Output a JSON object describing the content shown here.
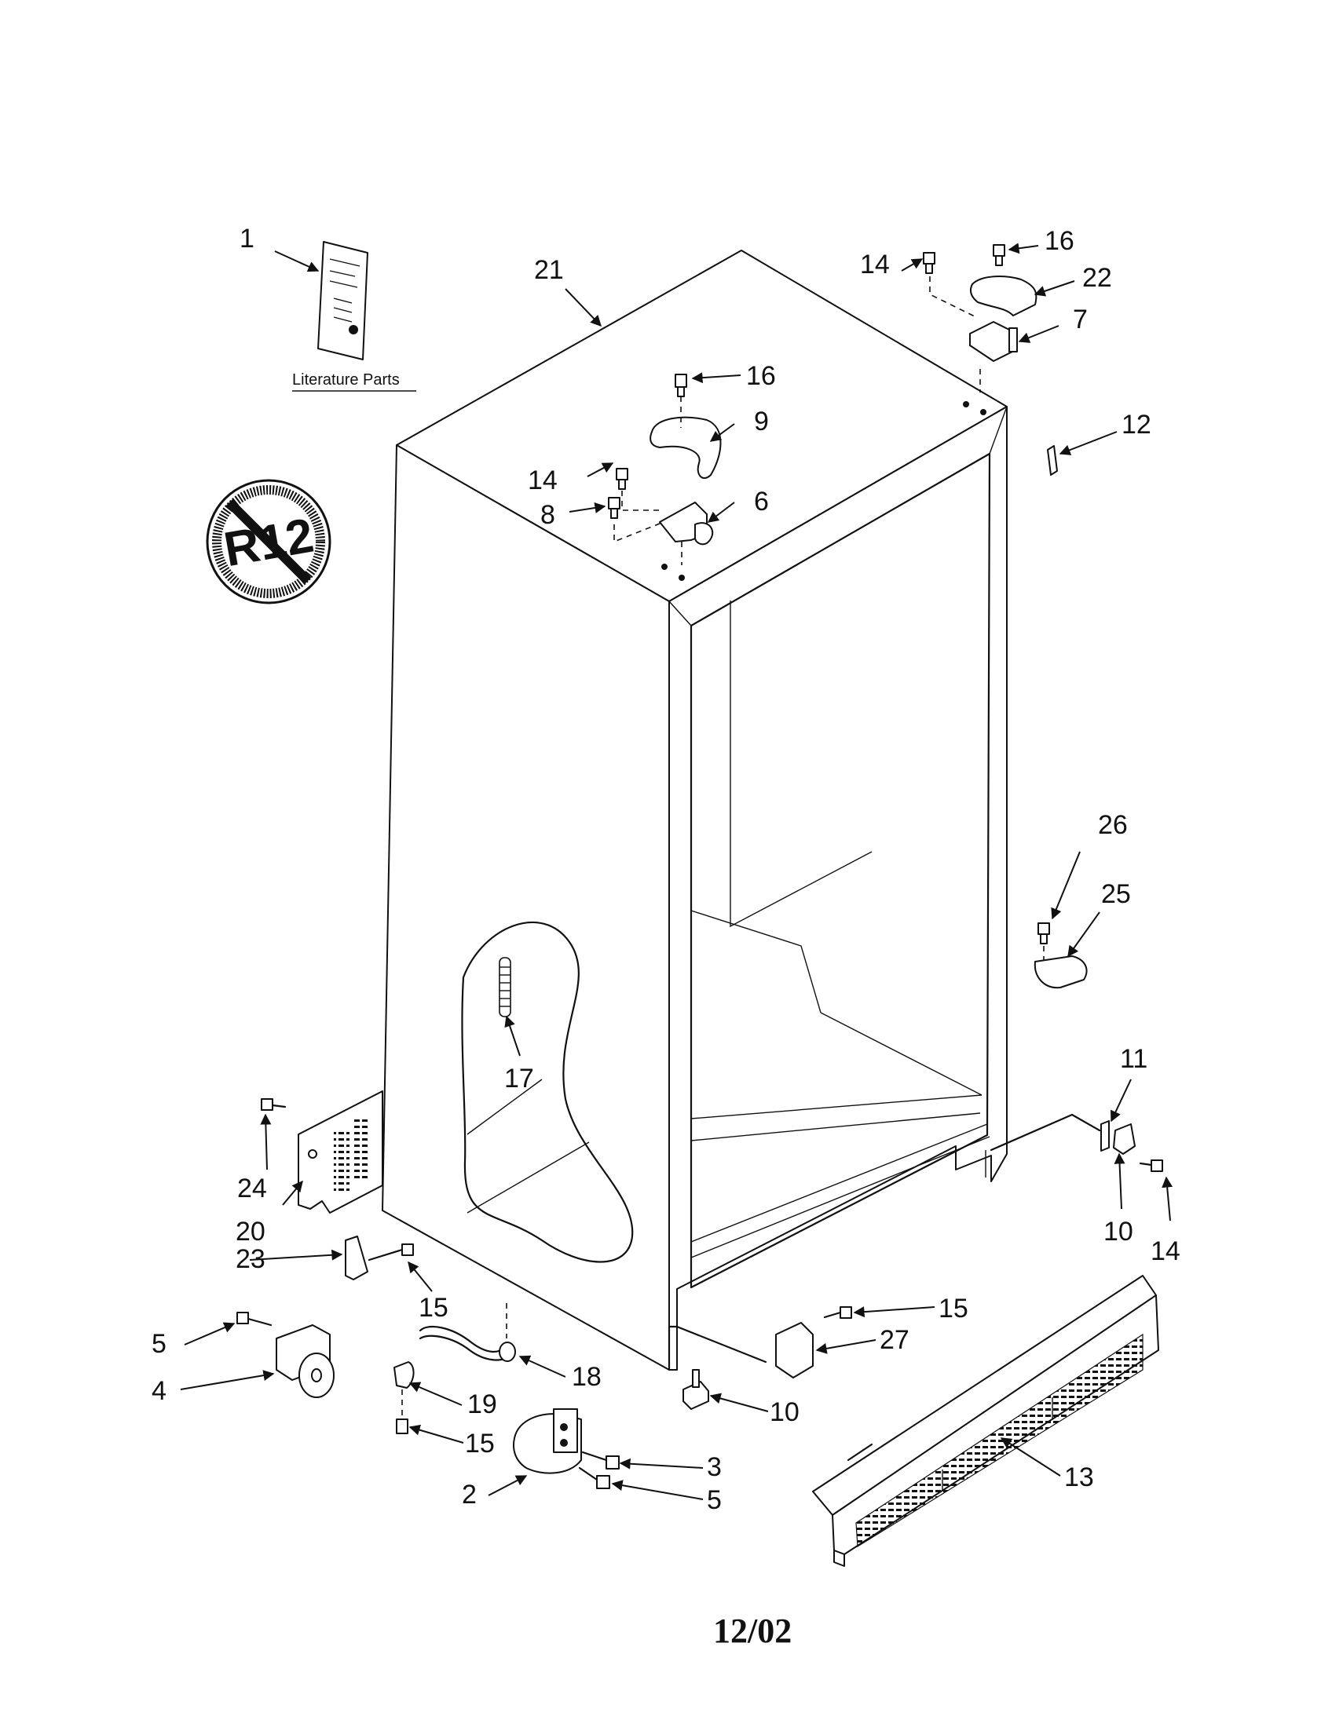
{
  "diagram": {
    "callouts": {
      "c1": "1",
      "c21": "21",
      "c16a": "16",
      "c14a": "14",
      "c22": "22",
      "c7": "7",
      "c16b": "16",
      "c9": "9",
      "c14b": "14",
      "c8": "8",
      "c6": "6",
      "c12": "12",
      "c26": "26",
      "c25": "25",
      "c17": "17",
      "c11": "11",
      "c24": "24",
      "c20": "20",
      "c10a": "10",
      "c14c": "14",
      "c23": "23",
      "c15a": "15",
      "c15b": "15",
      "c5a": "5",
      "c4": "4",
      "c18": "18",
      "c27": "27",
      "c19": "19",
      "c10b": "10",
      "c15c": "15",
      "c13": "13",
      "c3": "3",
      "c2": "2",
      "c5b": "5"
    },
    "literature_label": "Literature Parts",
    "logo_text": "R12"
  },
  "footer": {
    "code": "12/02"
  }
}
